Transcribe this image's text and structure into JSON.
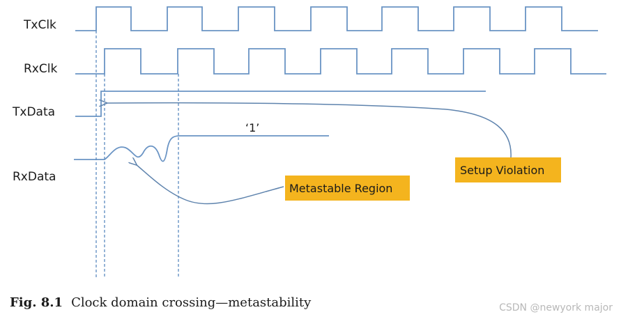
{
  "signals": {
    "txclk": "TxClk",
    "rxclk": "RxClk",
    "txdata": "TxData",
    "rxdata": "RxData"
  },
  "annotations": {
    "one_value": "‘1’",
    "setup_violation": "Setup Violation",
    "metastable_region": "Metastable Region"
  },
  "colors": {
    "waveform": "#6a94c4",
    "callout_fill": "#f4b41e",
    "callout_line": "#5e83ad"
  },
  "caption": {
    "figure_number": "Fig. 8.1",
    "text": "Clock domain crossing—metastability"
  },
  "watermark": "CSDN @newyork major"
}
